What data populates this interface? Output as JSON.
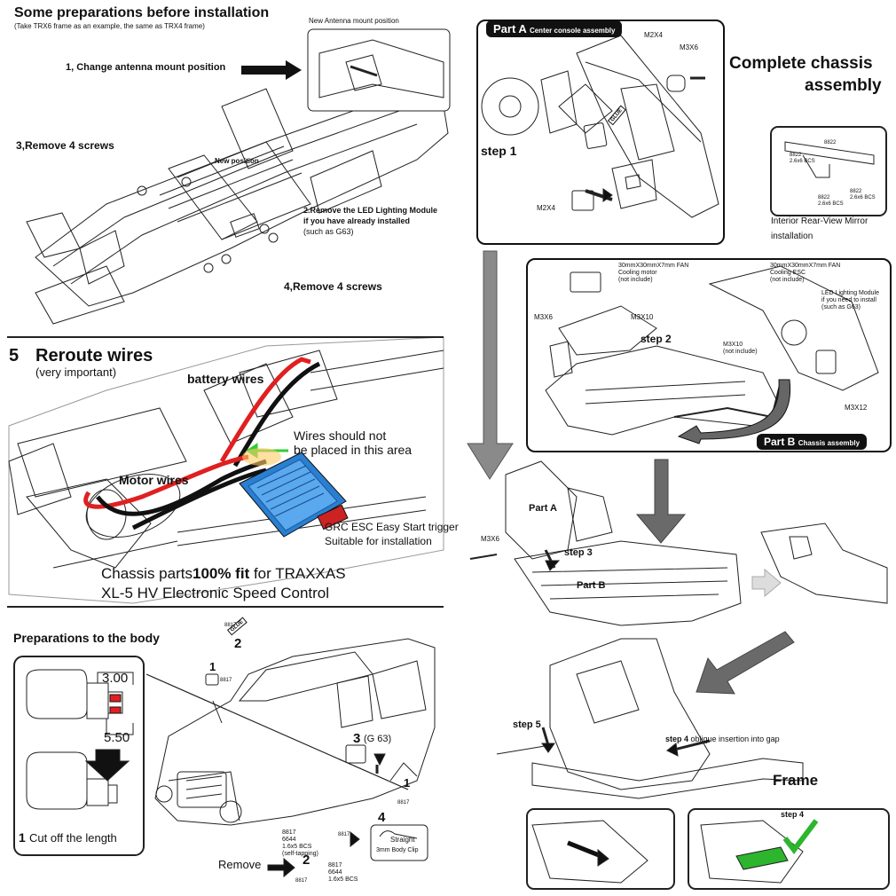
{
  "prep": {
    "title": "Some preparations before installation",
    "subtitle": "(Take TRX6 frame as an example, the same as TRX4 frame)",
    "step1": "1, Change antenna mount position",
    "new_antenna_label": "New Antenna mount position",
    "new_position": "New position",
    "step2_title": "2.Remove the LED Lighting Module",
    "step2_line2": "if you have already installed",
    "step2_line3": "(such as G63)",
    "step3": "3,Remove 4 screws",
    "step4": "4,Remove 4 screws"
  },
  "reroute": {
    "number": "5",
    "title": "Reroute wires",
    "note": "(very important)",
    "battery_wires": "battery wires",
    "motor_wires": "Motor wires",
    "warning_line1": "Wires should not",
    "warning_line2": "be placed in this area",
    "esc_line1": "GRC ESC Easy Start trigger",
    "esc_line2": "Suitable for installation",
    "fit_pre": "Chassis parts",
    "fit_bold": "100% fit",
    "fit_post": " for TRAXXAS",
    "fit_line2": "XL-5 HV Electronic Speed Control"
  },
  "body": {
    "title": "Preparations to the body",
    "dim1": "3.00",
    "dim2": "5.50",
    "cut_num": "1",
    "cut_text": "Cut off  the length",
    "glue": "GLUE",
    "num1": "1",
    "num2": "2",
    "num3": "3",
    "g63": "(G 63)",
    "num4": "4",
    "clip_line1": "Straight",
    "clip_line2": "3mm Body Clip",
    "remove": "Remove",
    "code8817": "8817",
    "screw_spec": "8817\n6644\n1.6x5 BCS\n(self-tapping)",
    "screw_spec2": "8817\n6644\n1.6x5 BCS"
  },
  "assembly": {
    "title_line1": "Complete chassis",
    "title_line2": "assembly",
    "part_a": "Part  A",
    "part_a_sub": "Center console assembly",
    "part_b": "Part  B",
    "part_b_sub": "Chassis assembly",
    "m2x4": "M2X4",
    "m3x6": "M3X6",
    "step1": "step 1",
    "glue": "GLUE",
    "mirror_line1": "Interior Rear-View Mirror",
    "mirror_line2": "installation",
    "mirror_spec": "8822\n2.6x6 BCS",
    "code8822": "8822",
    "fan_motor": "30mmX30mmX7mm FAN\nCooling motor\n(not include)",
    "fan_esc": "30mmX30mmX7mm FAN\nCooling ESC\n(not include)",
    "led_module": "LED Lighting Module\nif you need to install\n(such as G63)",
    "m3x10": "M3X10",
    "m3x10_ni": "M3X10\n(not include)",
    "m3x12": "M3X12",
    "step2": "step 2",
    "step3": "step 3",
    "part_a_short": "Part  A",
    "part_b_short": "Part  B",
    "step5": "step 5",
    "step4_label": "step 4",
    "step4_text": "oblique insertion into gap",
    "frame": "Frame",
    "step4_short": "step 4"
  },
  "colors": {
    "wire_red": "#e02020",
    "esc_blue": "#2a7fd0",
    "check_green": "#2db52d",
    "warn_green": "#33cc33",
    "arrow_gray": "#8a8a8a"
  }
}
